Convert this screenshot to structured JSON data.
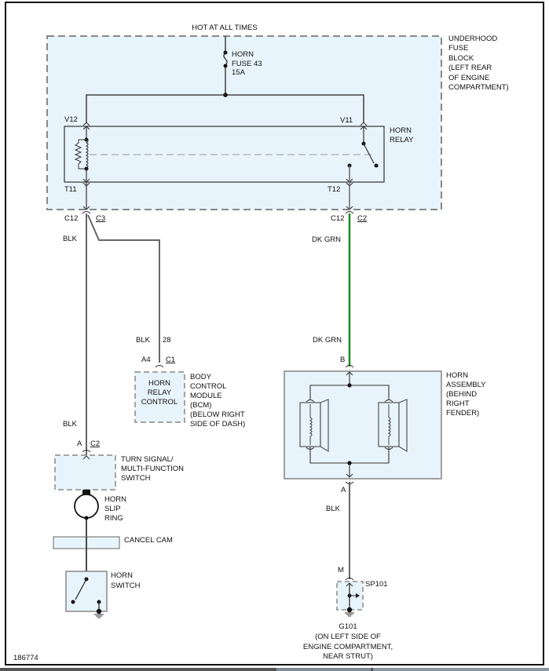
{
  "diagram": {
    "figure_id": "186774",
    "power_source": "HOT AT ALL TIMES",
    "fuse": {
      "lines": [
        "HORN",
        "FUSE 43",
        "15A"
      ]
    },
    "fuse_block": {
      "lines": [
        "UNDERHOOD",
        "FUSE",
        "BLOCK",
        "(LEFT REAR",
        "OF ENGINE",
        "COMPARTMENT)"
      ]
    },
    "relay": {
      "lines": [
        "HORN",
        "RELAY"
      ],
      "pins": {
        "coil_top": "V12",
        "switch_top": "V11",
        "coil_bottom": "T11",
        "switch_bottom": "T12"
      }
    },
    "connectors": {
      "left_block_out": {
        "pin": "C12",
        "conn": "C3"
      },
      "right_block_out": {
        "pin": "C12",
        "conn": "C2"
      },
      "bcm": {
        "pin": "A4",
        "conn": "C1"
      },
      "turn_switch": {
        "pin": "A",
        "conn": "C2"
      },
      "horn_in": {
        "pin": "B"
      },
      "horn_out": {
        "pin": "A"
      },
      "splice_in": {
        "pin": "M"
      }
    },
    "wires": {
      "left_upper": "BLK",
      "bcm_wire": "BLK",
      "bcm_circuit": "28",
      "left_lower": "BLK",
      "green_upper": "DK GRN",
      "green_lower": "DK GRN",
      "ground_wire": "BLK"
    },
    "bcm": {
      "inner": [
        "HORN",
        "RELAY",
        "CONTROL"
      ],
      "lines": [
        "BODY",
        "CONTROL",
        "MODULE",
        "(BCM)",
        "(BELOW RIGHT",
        "SIDE OF DASH)"
      ]
    },
    "turn_switch": {
      "lines": [
        "TURN SIGNAL/",
        "MULTI-FUNCTION",
        "SWITCH"
      ]
    },
    "slip_ring": {
      "lines": [
        "HORN",
        "SLIP",
        "RING"
      ]
    },
    "cancel_cam": {
      "label": "CANCEL CAM"
    },
    "horn_switch": {
      "lines": [
        "HORN",
        "SWITCH"
      ]
    },
    "horn_assembly": {
      "lines": [
        "HORN",
        "ASSEMBLY",
        "(BEHIND",
        "RIGHT",
        "FENDER)"
      ]
    },
    "splice": {
      "label": "SP101"
    },
    "ground": {
      "lines": [
        "G101",
        "(ON LEFT SIDE OF",
        "ENGINE COMPARTMENT,",
        "NEAR STRUT)"
      ]
    },
    "colors": {
      "box_fill": "#e8f4fb",
      "dash": "#888888",
      "wire_black": "#666666",
      "wire_green": "#1e8a1e",
      "line": "#222222"
    }
  }
}
